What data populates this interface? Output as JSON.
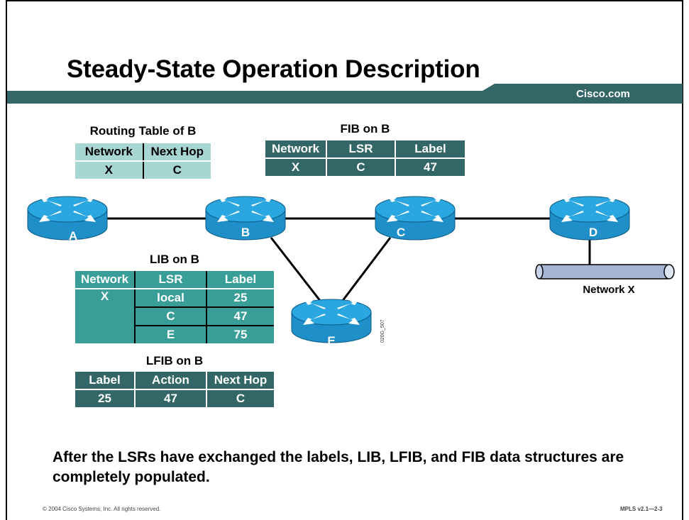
{
  "slide": {
    "title": "Steady-State Operation Description",
    "brand": "Cisco.com",
    "footer_left": "© 2004 Cisco Systems, Inc. All rights reserved.",
    "footer_right": "MPLS v2.1—2-3",
    "figure_code": "020G_507",
    "description": "After the LSRs have exchanged the labels, LIB, LFIB, and FIB data structures are completely populated."
  },
  "colors": {
    "title_bar": "#336666",
    "router_body": "#1e8fc8",
    "router_top": "#2aa6e0",
    "table_dark": "#336666",
    "table_teal": "#3a9e98",
    "table_light": "#a8d6d2"
  },
  "routers": {
    "a": {
      "label": "A",
      "icon": "router-icon"
    },
    "b": {
      "label": "B",
      "icon": "router-icon"
    },
    "c": {
      "label": "C",
      "icon": "router-icon"
    },
    "d": {
      "label": "D",
      "icon": "router-icon"
    },
    "e": {
      "label": "E",
      "icon": "router-icon"
    }
  },
  "network": {
    "label": "Network X",
    "icon": "network-segment-icon"
  },
  "routing_table": {
    "title": "Routing Table of B",
    "headers": [
      "Network",
      "Next Hop"
    ],
    "row": [
      "X",
      "C"
    ]
  },
  "fib": {
    "title": "FIB on B",
    "headers": [
      "Network",
      "LSR",
      "Label"
    ],
    "row": [
      "X",
      "C",
      "47"
    ]
  },
  "lib": {
    "title": "LIB on B",
    "headers": [
      "Network",
      "LSR",
      "Label"
    ],
    "network": "X",
    "rows": [
      [
        "local",
        "25"
      ],
      [
        "C",
        "47"
      ],
      [
        "E",
        "75"
      ]
    ]
  },
  "lfib": {
    "title": "LFIB on B",
    "headers": [
      "Label",
      "Action",
      "Next Hop"
    ],
    "row": [
      "25",
      "47",
      "C"
    ]
  }
}
